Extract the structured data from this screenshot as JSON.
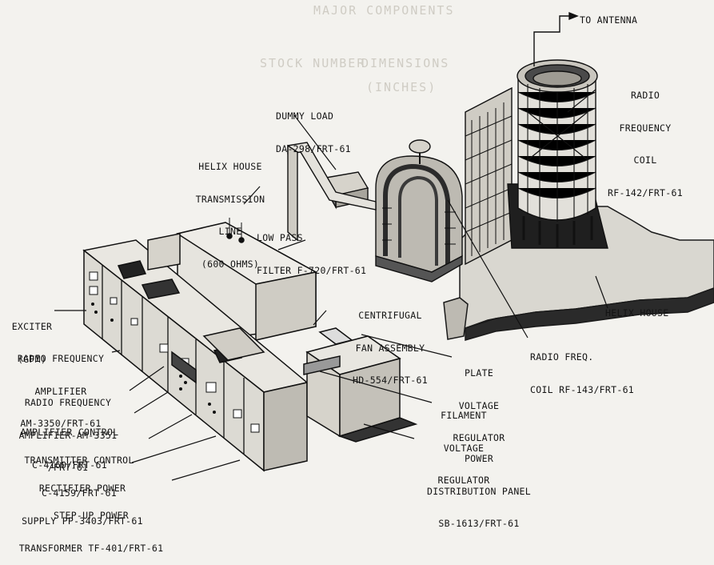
{
  "background_text": [
    "MAJOR COMPONENTS",
    "STOCK NUMBER",
    "DIMENSIONS",
    "(INCHES)"
  ],
  "labels": {
    "to_antenna": "TO ANTENNA",
    "rf_coil": [
      "RADIO",
      "FREQUENCY",
      "COIL",
      "RF-142/FRT-61"
    ],
    "dummy_load": [
      "DUMMY LOAD",
      "DA-298/FRT-61"
    ],
    "helix_line": [
      "HELIX HOUSE",
      "TRANSMISSION",
      "LINE",
      "(600 OHMS)"
    ],
    "low_pass_filter": [
      "LOW PASS",
      "FILTER F-720/FRT-61"
    ],
    "fan_assembly": [
      "CENTRIFUGAL",
      "FAN ASSEMBLY",
      "HD-554/FRT-61"
    ],
    "helix_house": "HELIX HOUSE",
    "rf_coil_143": [
      "RADIO FREQ.",
      "COIL RF-143/FRT-61"
    ],
    "plate_regulator": [
      "PLATE",
      "VOLTAGE",
      "REGULATOR"
    ],
    "filament_regulator": [
      "FILAMENT",
      "VOLTAGE",
      "REGULATOR"
    ],
    "power_panel": [
      "POWER",
      "DISTRIBUTION PANEL",
      "SB-1613/FRT-61"
    ],
    "exciter": [
      "EXCITER",
      "(GFM)"
    ],
    "rf_amp_3350": [
      "RADIO FREQUENCY",
      "AMPLIFIER",
      "AM-3350/FRT-61"
    ],
    "rf_amp_3351": [
      "RADIO FREQUENCY",
      "AMPLIFIER-AM-3351",
      "/FRT-61"
    ],
    "amp_control": [
      "AMPLIFIER CONTROL",
      "C-4160/FRT-61"
    ],
    "tx_control": [
      "TRANSMITTER CONTROL",
      "C-4159/FRT-61"
    ],
    "rectifier": [
      "RECTIFIER POWER",
      "SUPPLY PP-3403/FRT-61"
    ],
    "transformer": [
      "STEP-UP POWER",
      "TRANSFORMER TF-401/FRT-61"
    ]
  }
}
